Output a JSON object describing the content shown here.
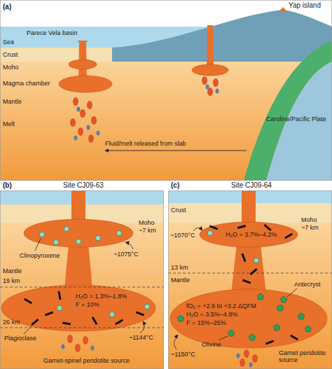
{
  "diagram": {
    "labels": [
      "(a)",
      "Yap island",
      "Sea",
      "Parece Vela basin",
      "Crust",
      "Moho",
      "Magma chamber",
      "Mantle",
      "Melt",
      "Fluid/melt released from slab",
      "Caroline/Pacific Plate",
      "(b)",
      "Site CJ09-63",
      "Moho",
      "~7 km",
      "Clinopyroxene",
      "~1075°C",
      "Mantle",
      "19 km",
      "H₂O = 1.3%–1.8%",
      "F = 10%",
      "26 km",
      "~1144°C",
      "Plagioclase",
      "Garnet-spinel peridotite source",
      "(c)",
      "Site CJ09-64",
      "Crust",
      "Moho",
      "~7 km",
      "~1070°C",
      "H₂O = 3.7%–4.2%",
      "13 km",
      "Mantle",
      "fO₂ = +2.6 to +3.2 ΔQFM",
      "H₂O = 3.5%–4.8%",
      "F = 15%–25%",
      "Antecryst",
      "~1150°C",
      "Olivine",
      "Garnet peridotite source"
    ]
  }
}
